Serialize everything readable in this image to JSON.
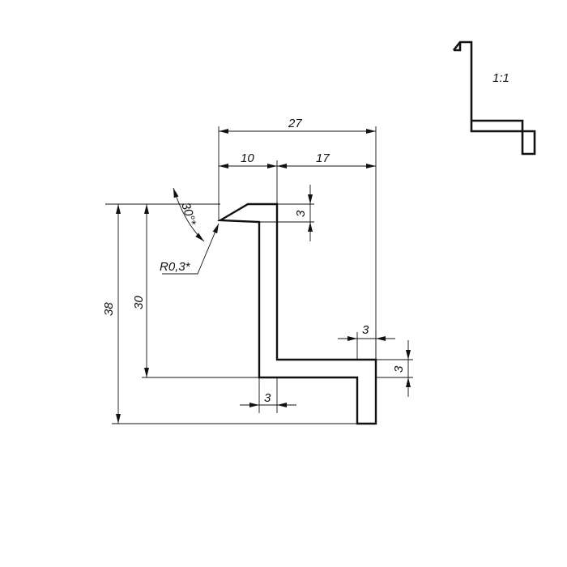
{
  "scale": "1:1",
  "dimensions": {
    "overall_width": "27",
    "left_width": "10",
    "right_width": "17",
    "lip_height": "3",
    "flange_width": "3",
    "bottom_thickness": "3",
    "web_thickness": "3",
    "total_height": "38",
    "inner_height": "30",
    "chamfer_angle": "30°*",
    "radius": "R0,3*"
  }
}
